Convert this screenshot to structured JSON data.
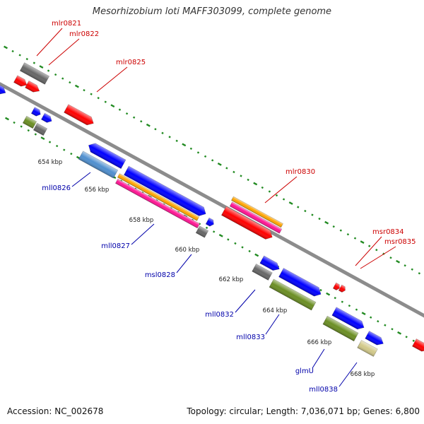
{
  "title": "Mesorhizobium loti MAFF303099, complete genome",
  "accession_label": "Accession: NC_002678",
  "topology_label": "Topology: circular; Length: 7,036,071 bp; Genes: 6,800",
  "colors": {
    "red": "#ff0000",
    "blue": "#0000ff",
    "gray": "#666666",
    "steelblue": "#4f8fcf",
    "olive": "#6b8e23",
    "orange": "#ffa500",
    "magenta": "#ff1493",
    "khaki": "#d2c98a",
    "forward_label": "#cc0000",
    "reverse_label": "#0000aa",
    "tick": "#228b22",
    "backbone": "#8c8c8c"
  },
  "ruler": [
    {
      "label": "654 kbp"
    },
    {
      "label": "656 kbp"
    },
    {
      "label": "658 kbp"
    },
    {
      "label": "660 kbp"
    },
    {
      "label": "662 kbp"
    },
    {
      "label": "664 kbp"
    },
    {
      "label": "666 kbp"
    },
    {
      "label": "668 kbp"
    }
  ],
  "gene_labels": {
    "forward": [
      "mlr0821",
      "mlr0822",
      "mlr0825",
      "mlr0830",
      "msr0834",
      "msr0835"
    ],
    "reverse": [
      "mll0826",
      "mll0827",
      "msl0828",
      "mll0832",
      "mll0833",
      "glmU",
      "mll0838"
    ]
  }
}
